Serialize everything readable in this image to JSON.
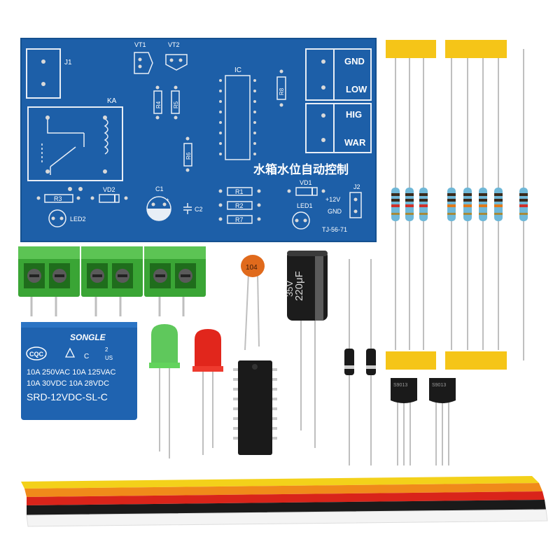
{
  "board": {
    "title_cn": "水箱水位自动控制",
    "code": "TJ-56-71",
    "labels": {
      "j1": "J1",
      "ka": "KA",
      "vt1": "VT1",
      "vt2": "VT2",
      "ic": "IC",
      "r8": "R8",
      "r4": "R4",
      "r5": "R5",
      "r6": "R6",
      "r3": "R3",
      "vd2": "VD2",
      "c1": "C1",
      "c2": "C2",
      "r1": "R1",
      "r2": "R2",
      "r7": "R7",
      "vd1": "VD1",
      "led1": "LED1",
      "led2": "LED2",
      "j2": "J2",
      "v12": "+12V",
      "gnd_small": "GND",
      "gnd": "GND",
      "low": "LOW",
      "hig": "HIG",
      "war": "WAR"
    }
  },
  "components": {
    "relay": {
      "brand": "SONGLE",
      "line1": "10A 250VAC   10A 125VAC",
      "line2": "10A  30VDC   10A  28VDC",
      "model": "SRD-12VDC-SL-C",
      "cert_cqc": "CQC",
      "cert_c": "C",
      "cert_us": "US",
      "cert_num": "2"
    },
    "ceramic_cap": {
      "value": "104"
    },
    "electrolytic": {
      "value": "220μF",
      "voltage": "35V"
    },
    "transistor": {
      "text": "S9013"
    }
  },
  "colors": {
    "pcb": "#1d5fa8",
    "terminal": "#3aa535",
    "relay": "#1f63b0",
    "tape": "#f5c518",
    "led_green": "#4ec24a",
    "led_red": "#e1261c",
    "ceramic": "#e06a1c"
  }
}
